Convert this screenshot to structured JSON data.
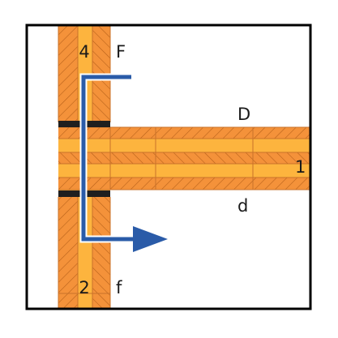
{
  "labels": {
    "wall_upper": "4",
    "wall_lower": "2",
    "slab": "1",
    "F": "F",
    "f": "f",
    "D": "D",
    "d": "d"
  },
  "colors": {
    "timber_outer": "#F4923A",
    "timber_inner": "#FDB43E",
    "hatch": "#B8621A",
    "gasket": "#1f1f1f",
    "flow_arrow": "#2A5BA8",
    "frame": "#000000"
  },
  "icons": {
    "flow": "arrow-right-icon"
  }
}
